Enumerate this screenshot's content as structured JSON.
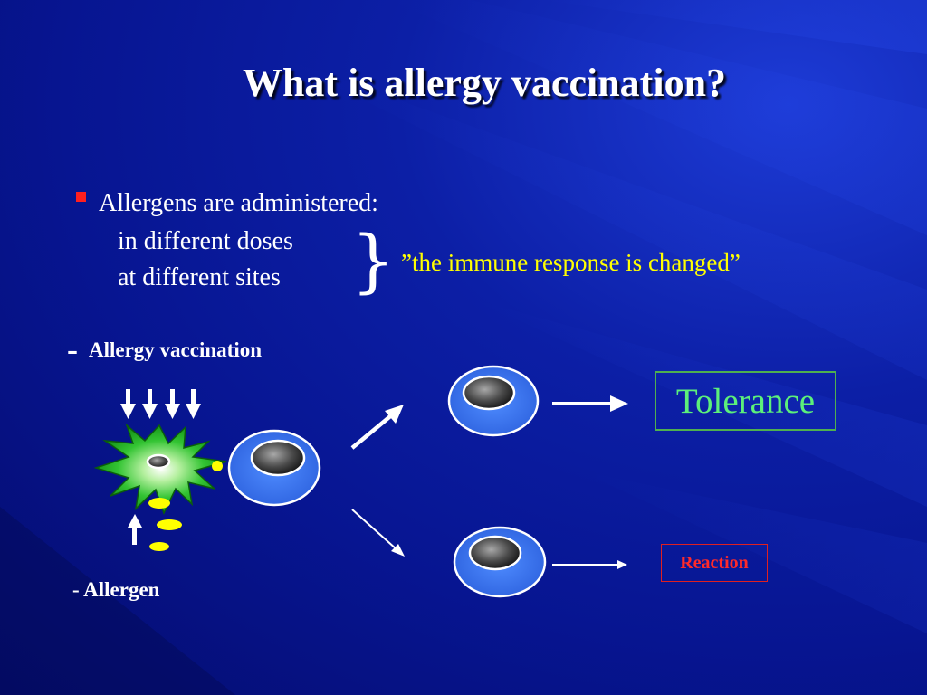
{
  "slide": {
    "title": "What is allergy vaccination?",
    "bullet": "Allergens are administered:",
    "sub_items": [
      "in different doses",
      "at different sites"
    ],
    "brace": "}",
    "quote": "”the immune response is changed”"
  },
  "diagram": {
    "vaccination_dash": "-",
    "vaccination_label": "Allergy vaccination",
    "allergen_label": "- Allergen",
    "outcomes": {
      "tolerance": "Tolerance",
      "reaction": "Reaction"
    }
  },
  "colors": {
    "background": "#0c1fa6",
    "bullet_marker": "#ff1f1f",
    "quote_text": "#ffff00",
    "tolerance": "#5cf07a",
    "reaction": "#ff2a2a",
    "cell_fill": "#3d78f0",
    "allergen_particle": "#ffff00",
    "starburst": "#19b319"
  },
  "icons": [
    "down-arrow-icon",
    "up-arrow-icon",
    "starburst-icon",
    "cell-icon",
    "right-arrow-icon"
  ]
}
